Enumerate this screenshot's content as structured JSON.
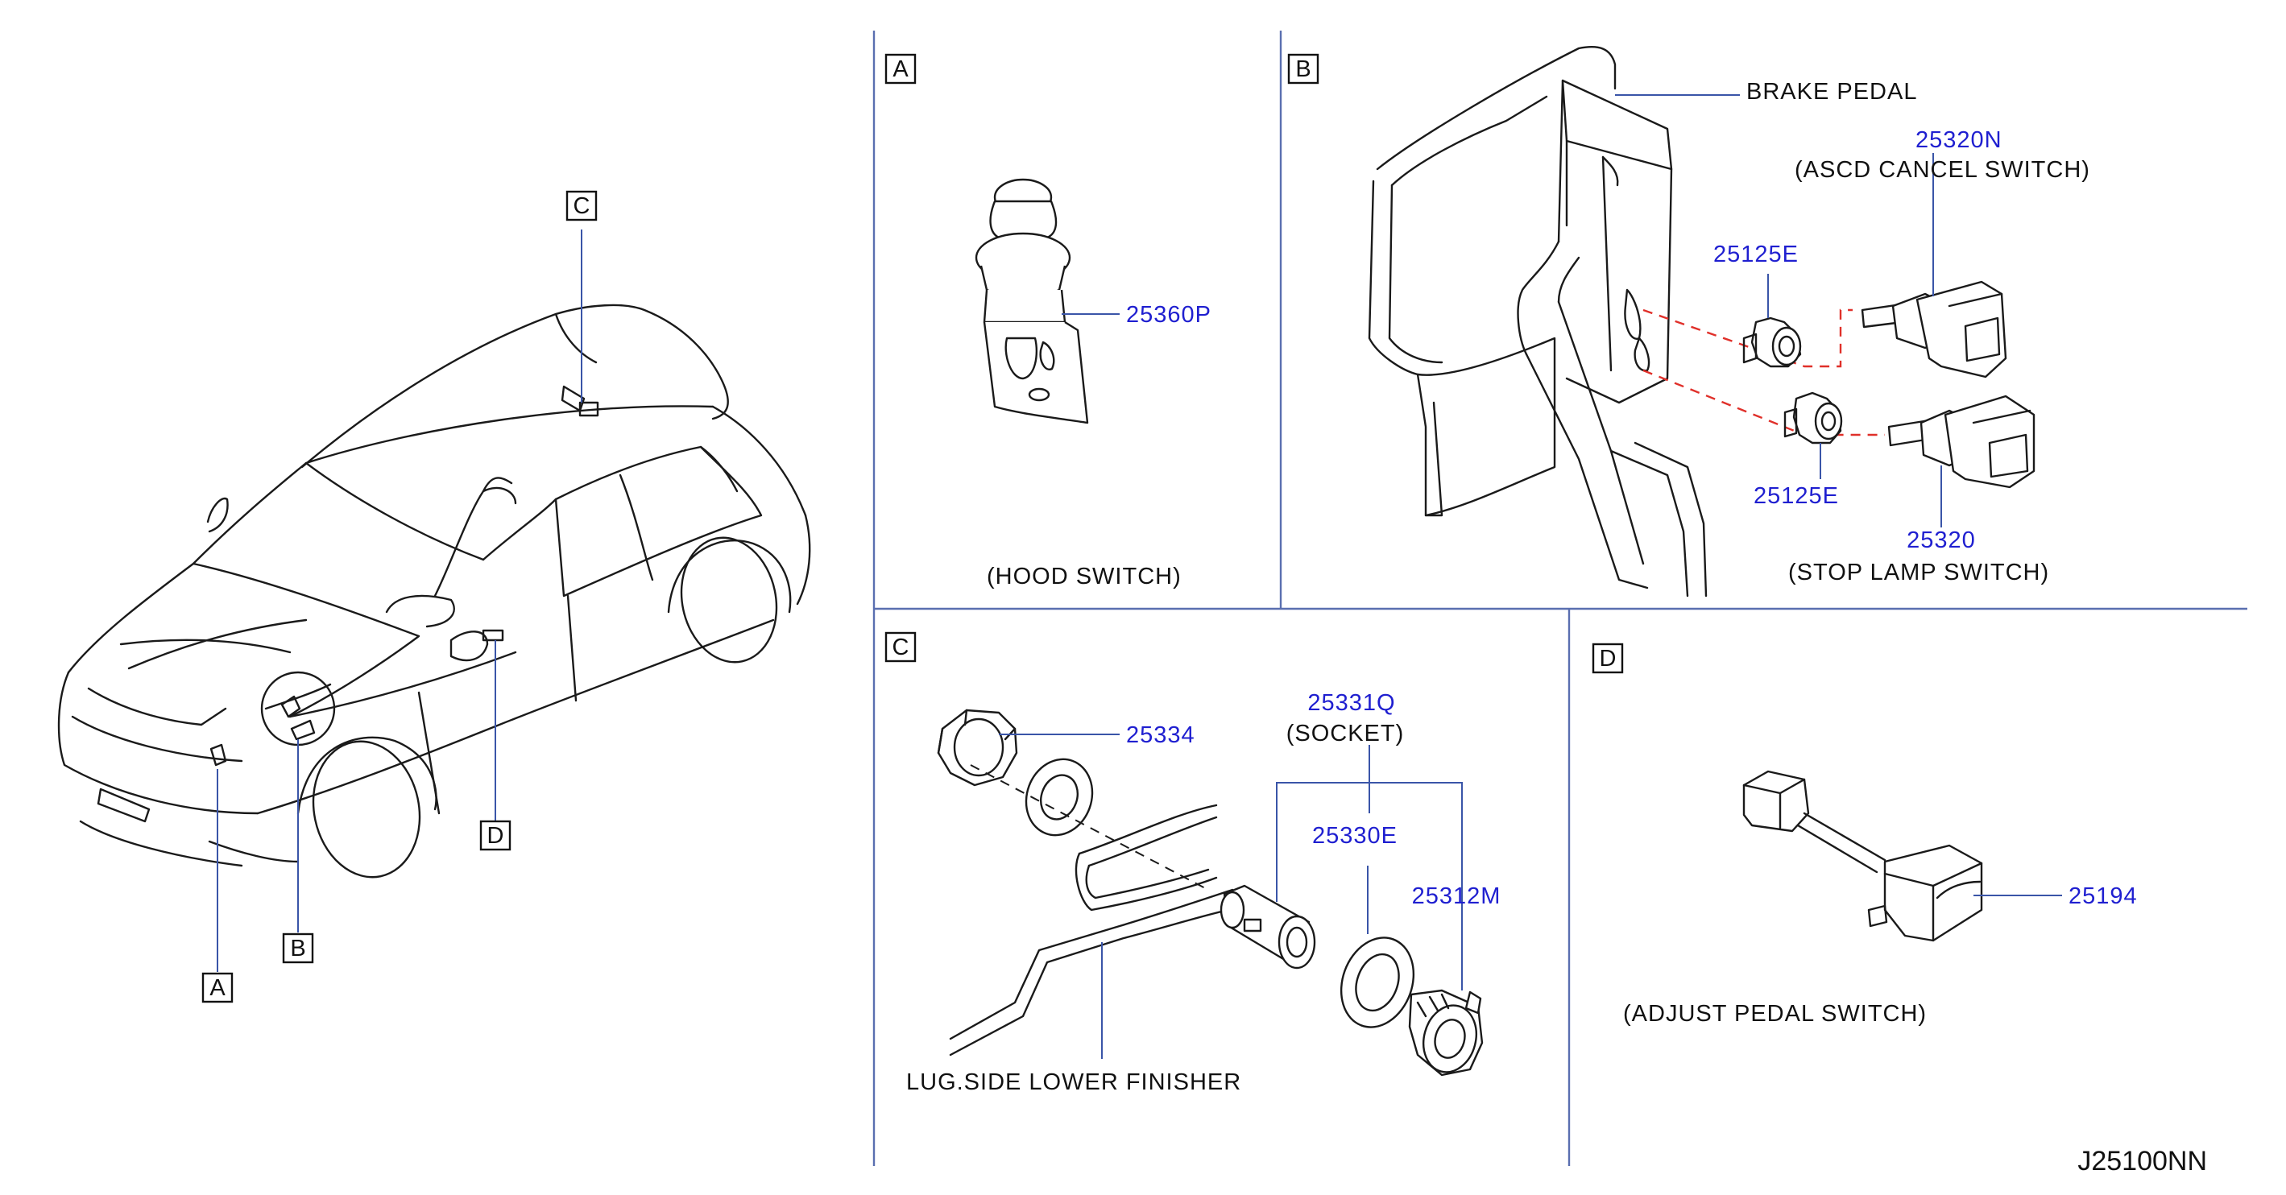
{
  "diagram_id": "J25100NN",
  "section_boxes": {
    "a": "A",
    "b": "B",
    "c": "C",
    "d": "D"
  },
  "vehicle_callouts": {
    "a": "A",
    "b": "B",
    "c": "C",
    "d": "D"
  },
  "section_a": {
    "part_hood_switch": "25360P",
    "caption": "(HOOD   SWITCH)"
  },
  "section_b": {
    "brake_pedal": "BRAKE   PEDAL",
    "part_ascd_cancel": "25320N",
    "ascd_caption": "(ASCD   CANCEL   SWITCH)",
    "part_clip_upper": "25125E",
    "part_clip_lower": "25125E",
    "part_stop_lamp": "25320",
    "stop_caption": "(STOP   LAMP   SWITCH)"
  },
  "section_c": {
    "part_bezel": "25334",
    "part_socket": "25331Q",
    "socket_caption": "(SOCKET)",
    "part_ring": "25330E",
    "part_plug": "25312M",
    "finisher_caption": "LUG.SIDE   LOWER   FINISHER"
  },
  "section_d": {
    "part_adjust": "25194",
    "caption": "(ADJUST   PEDAL   SWITCH)"
  },
  "colors": {
    "part_number": "#1f1fd0",
    "divider": "#5a6fb0",
    "leader": "#3a55a8",
    "hidden_line": "#e0302a"
  }
}
